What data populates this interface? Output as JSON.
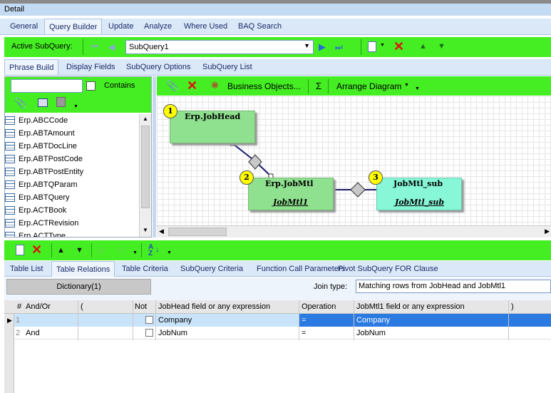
{
  "window": {
    "title": "Detail"
  },
  "main_tabs": [
    "General",
    "Query Builder",
    "Update",
    "Analyze",
    "Where Used",
    "BAQ Search"
  ],
  "subquery_bar": {
    "label": "Active SubQuery:",
    "value": "SubQuery1"
  },
  "phrase_tabs": [
    "Phrase Build",
    "Display Fields",
    "SubQuery Options",
    "SubQuery List"
  ],
  "search": {
    "value": "",
    "contains_label": "Contains"
  },
  "diagram_toolbar": {
    "business_objects": "Business Objects...",
    "sigma": "Σ",
    "arrange": "Arrange Diagram"
  },
  "table_list": [
    "Erp.ABCCode",
    "Erp.ABTAmount",
    "Erp.ABTDocLine",
    "Erp.ABTPostCode",
    "Erp.ABTPostEntity",
    "Erp.ABTQParam",
    "Erp.ABTQuery",
    "Erp.ACTBook",
    "Erp.ACTRevision",
    "Erp.ACTType"
  ],
  "diagram": {
    "nodes": [
      {
        "number": "1",
        "title": "Erp.JobHead",
        "alias": ""
      },
      {
        "number": "2",
        "title": "Erp.JobMtl",
        "alias": "JobMtl1"
      },
      {
        "number": "3",
        "title": "JobMtl_sub",
        "alias": "JobMtl_sub"
      }
    ]
  },
  "bottom_tabs": [
    "Table List",
    "Table Relations",
    "Table Criteria",
    "SubQuery Criteria",
    "Function Call Parameters",
    "Pivot SubQuery FOR Clause"
  ],
  "relations": {
    "dictionary_button": "Dictionary(1)",
    "join_type_label": "Join type:",
    "join_type_value": "Matching rows from JobHead and JobMtl1",
    "columns": [
      "#",
      "And/Or",
      "(",
      "Not",
      "JobHead field or any expression",
      "Operation",
      "JobMtl1 field or any expression",
      ")"
    ],
    "rows": [
      {
        "num": "1",
        "andor": "",
        "open": "",
        "not": "",
        "left": "Company",
        "op": "=",
        "right": "Company",
        "close": ""
      },
      {
        "num": "2",
        "andor": "And",
        "open": "",
        "not": "",
        "left": "JobNum",
        "op": "=",
        "right": "JobNum",
        "close": ""
      }
    ]
  },
  "colors": {
    "accent_green": "#44ee22",
    "selected_row": "#c9e4fa",
    "node_green": "#8fe08f",
    "node_cyan": "#88f7d8"
  }
}
